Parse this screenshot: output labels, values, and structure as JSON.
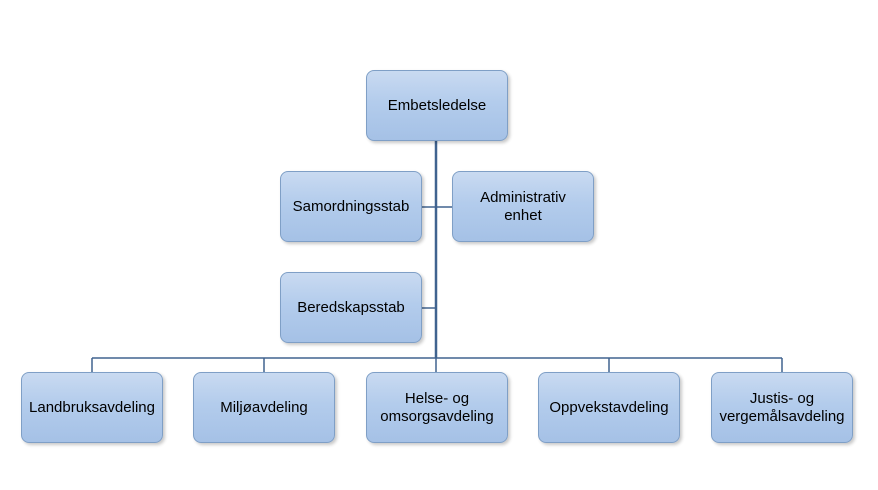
{
  "org_chart": {
    "top": {
      "label": "Embetsledelse"
    },
    "staff": {
      "samordning": {
        "label": "Samordningsstab"
      },
      "administrativ": {
        "label": "Administrativ\nenhet"
      },
      "beredskap": {
        "label": "Beredskapsstab"
      }
    },
    "departments": [
      {
        "label": "Landbruksavdeling"
      },
      {
        "label": "Miljøavdeling"
      },
      {
        "label": "Helse- og\nomsorgsavdeling"
      },
      {
        "label": "Oppvekstavdeling"
      },
      {
        "label": "Justis- og\nvergemålsavdeling"
      }
    ]
  },
  "colors": {
    "box_fill_top": "#c9daf1",
    "box_fill_bottom": "#a5c1e6",
    "box_border": "#7f9fc6",
    "connector": "#40638f"
  }
}
